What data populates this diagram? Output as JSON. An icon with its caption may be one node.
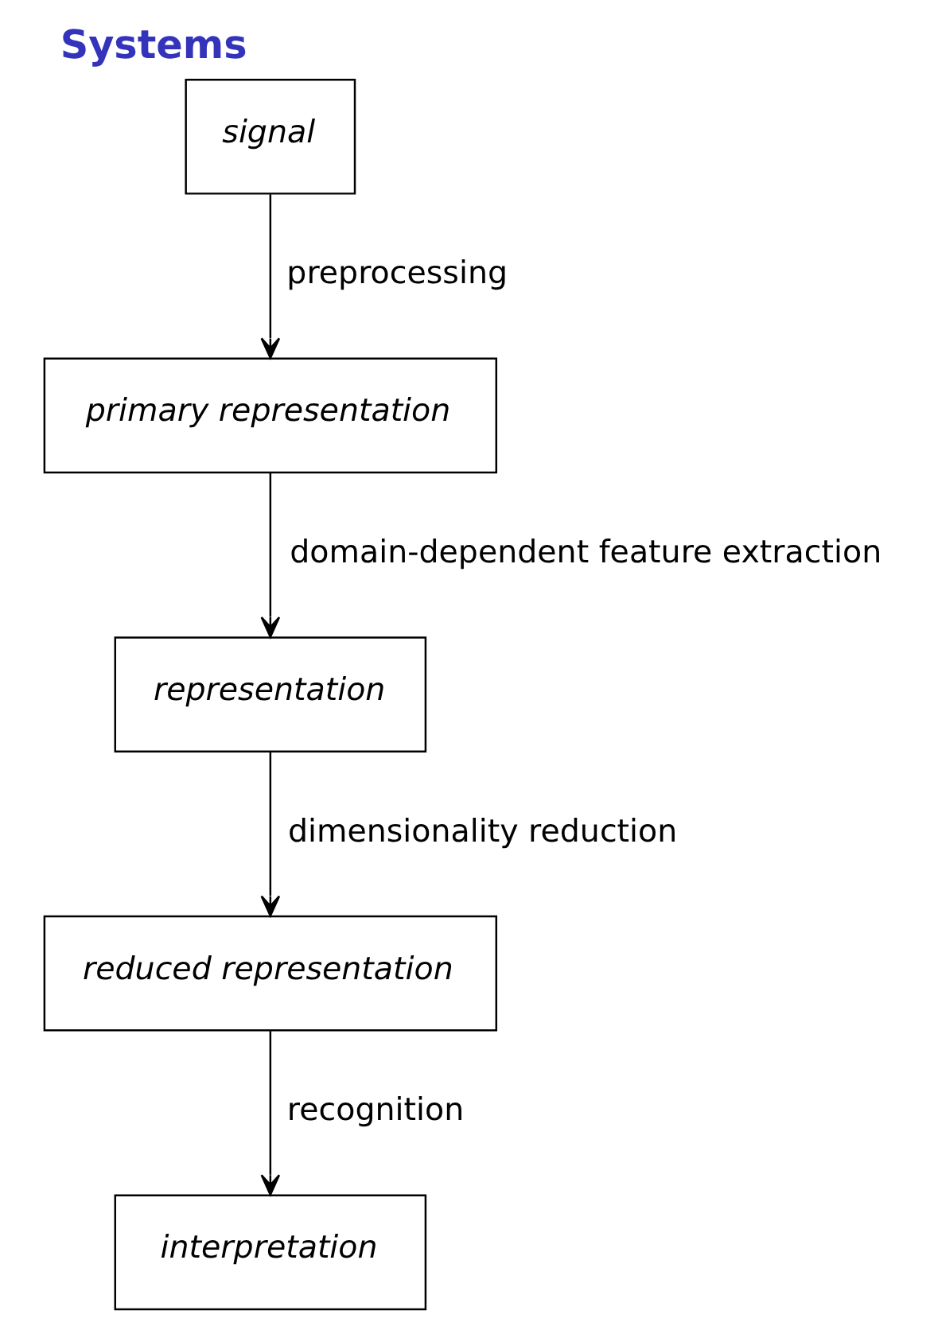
{
  "diagram": {
    "title": "Systems",
    "nodes": [
      {
        "text": [
          "signal"
        ]
      },
      {
        "text": [
          "primary representation"
        ]
      },
      {
        "text": [
          "representation"
        ]
      },
      {
        "text": [
          "reduced representation"
        ]
      },
      {
        "text": [
          "interpretation"
        ]
      }
    ],
    "edges": [
      {
        "from": 0,
        "to": 1,
        "arrow": "to",
        "label": "preprocessing"
      },
      {
        "from": 1,
        "to": 2,
        "arrow": "to",
        "label": "domain-dependent feature extraction"
      },
      {
        "from": 2,
        "to": 3,
        "arrow": "to",
        "label": "dimensionality reduction"
      },
      {
        "from": 3,
        "to": 4,
        "arrow": "to",
        "label": "recognition"
      }
    ]
  }
}
